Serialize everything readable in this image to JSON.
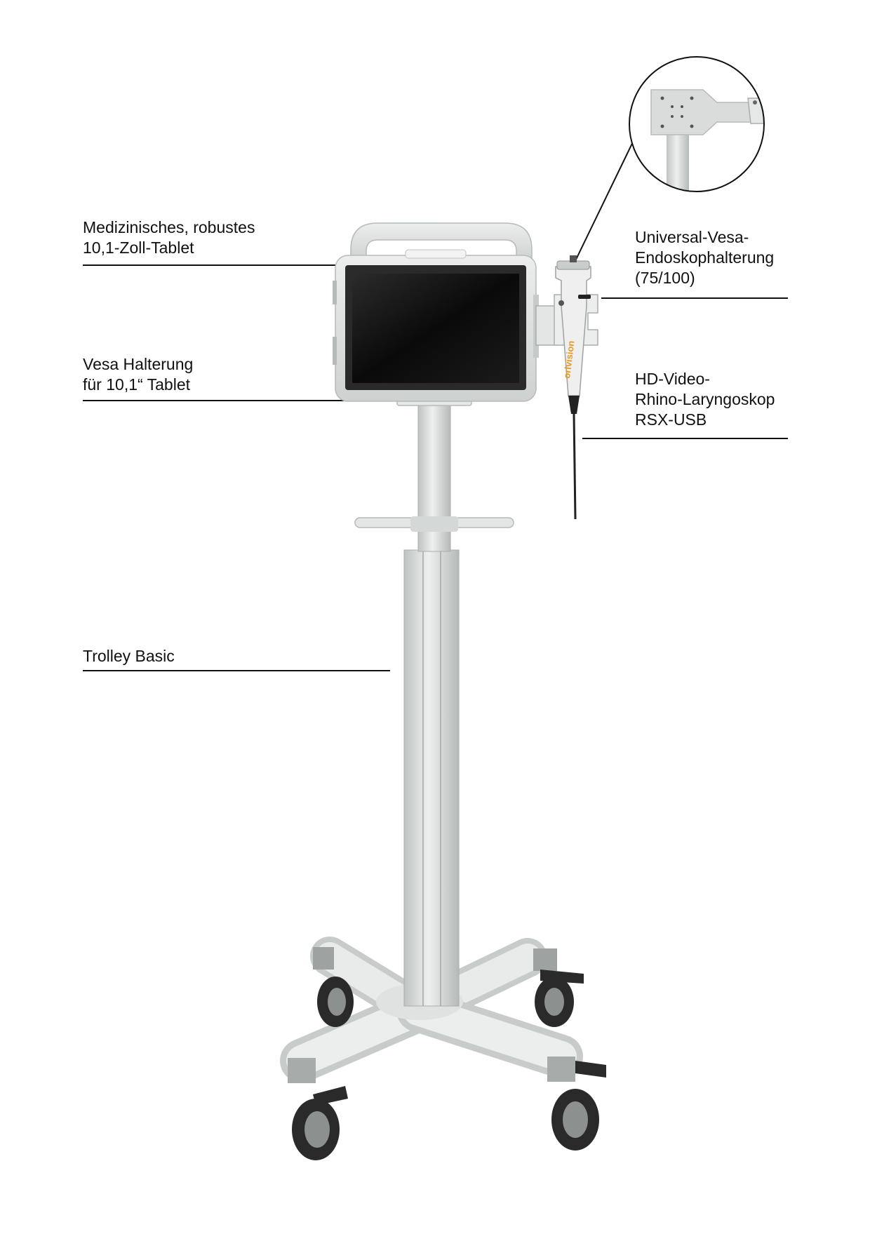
{
  "callouts": {
    "tablet": [
      "Medizinisches, robustes",
      "10,1-Zoll-Tablet"
    ],
    "vesa_mount": [
      "Vesa Halterung",
      "für 10,1“ Tablet"
    ],
    "trolley": [
      "Trolley Basic"
    ],
    "endoscope_holder": [
      "Universal-Vesa-",
      "Endoskophalterung",
      "(75/100)"
    ],
    "laryngoscope": [
      "HD-Video-",
      "Rhino-Laryngoskop",
      "RSX-USB"
    ]
  },
  "device": {
    "brand_text": "orlvision"
  },
  "colors": {
    "frame": "#e1e4e3",
    "frame_shadow": "#c3c7c5",
    "screen": "#0c0c0c",
    "leader_line": "#111111",
    "wheel": "#2a2a2a",
    "accent": "#e89a22"
  }
}
